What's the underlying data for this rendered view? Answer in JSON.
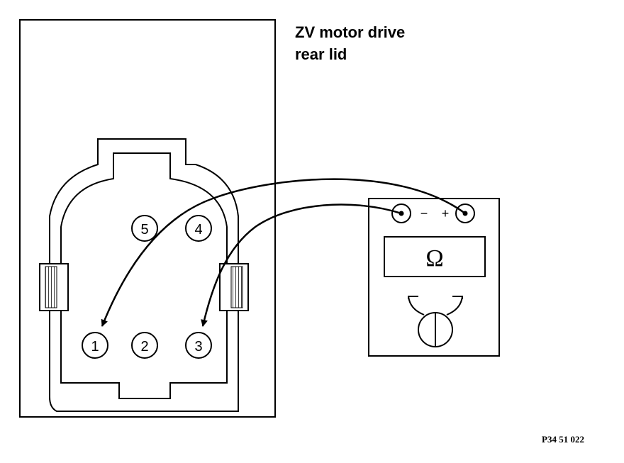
{
  "title": {
    "line1": "ZV motor drive",
    "line2": "rear lid"
  },
  "connector": {
    "pins": [
      "1",
      "2",
      "3",
      "4",
      "5"
    ]
  },
  "meter": {
    "minus_label": "−",
    "plus_label": "+",
    "display_symbol": "Ω"
  },
  "figure_ref": "P34 51 022"
}
